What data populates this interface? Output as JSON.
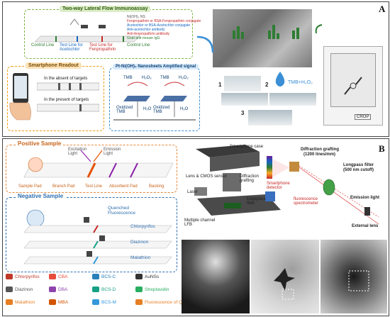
{
  "panel_a": {
    "label": "A",
    "lfia_title": "Two-way Lateral Flow Immunoassay",
    "legend": [
      "Ni(OH)₂ NS",
      "Fenpropathrin or BSA-Fenpropathrin conjugate",
      "Acetochlor or BSA-Acetochlor conjugate",
      "Anti-acetochlor antibody",
      "Anti-fenpropathrin antibody",
      "Goat anti-mouse IgG"
    ],
    "strip_labels": [
      "Control Line",
      "Test Line for Acetochlor",
      "Test Line for Fenpropathrin",
      "Control Line"
    ],
    "smartphone_title": "Smartphone Readout",
    "absence_label": "In the absent of targets",
    "presence_label": "In the present of targets",
    "pt_title": "Pt-Ni(OH)₂ Nanosheets Amplified signal",
    "chem_labels": [
      "TMB",
      "H₂O₂",
      "TMB",
      "H₂O₂",
      "Oxidized TMB",
      "H₂O",
      "Oxidized TMB",
      "H₂O"
    ],
    "steps": [
      "1",
      "2",
      "3"
    ],
    "tmb_label": "TMB+H₂O₂",
    "crop_label": "CROP"
  },
  "panel_b": {
    "label": "B",
    "positive_title": "Positive Sample",
    "negative_title": "Negative Sample",
    "excitation_label": "Excitation Light",
    "emission_label": "Emission Light",
    "strip_parts": [
      "Sample Pad",
      "Branch Pad",
      "Test Line",
      "Absorbent Pad",
      "Backing"
    ],
    "quenched_label": "Quenched Fluorescence",
    "analytes": [
      "Chlorpyrifos",
      "Diazinon",
      "Malathion"
    ],
    "legend": [
      {
        "label": "Chlorpyrifos",
        "color": "#c0392b"
      },
      {
        "label": "CBA",
        "color": "#e74c3c"
      },
      {
        "label": "BCS-C",
        "color": "#2980b9"
      },
      {
        "label": "AuNSs",
        "color": "#333333"
      },
      {
        "label": "Diazinon",
        "color": "#555555"
      },
      {
        "label": "DBA",
        "color": "#8e44ad"
      },
      {
        "label": "BCS-D",
        "color": "#16a085"
      },
      {
        "label": "Streptavidin",
        "color": "#27ae60"
      },
      {
        "label": "Malathion",
        "color": "#e67e22"
      },
      {
        "label": "MBA",
        "color": "#d35400"
      },
      {
        "label": "BCS-M",
        "color": "#3498db"
      },
      {
        "label": "Fluorescence of QDs",
        "color": "#e67e22"
      }
    ],
    "device_labels": [
      "Smartphone case",
      "Lens & CMOS sensor",
      "Diffraction grafting",
      "Laser",
      "Edgepass filter",
      "Multiple channel LFB"
    ],
    "optics": {
      "grating": "Diffraction grafting",
      "grating_spec": "(1200 lines/mm)",
      "filter": "Longpass filter",
      "filter_spec": "(500 nm cutoff)",
      "emission": "Emission light",
      "detector": "Smartphone detector",
      "spectrometer": "fluorescence spectrometer",
      "lens": "External lens"
    }
  },
  "colors": {
    "green_box": "#7cb342",
    "orange_box": "#f39c12",
    "blue_box": "#3a8fd6",
    "pos_orange": "#e8893a",
    "neg_blue": "#2f6fb0"
  }
}
